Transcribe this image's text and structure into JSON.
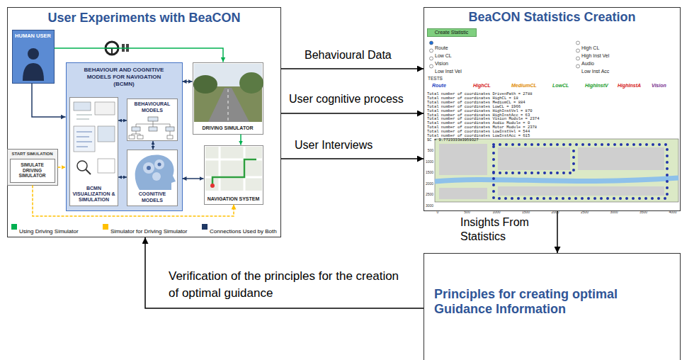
{
  "diagram": {
    "nodes": [
      {
        "text": [
          "User Experiments with BeaCON"
        ]
      },
      {
        "text": [
          "HUMAN USER"
        ],
        "in": 0
      },
      {
        "text": [
          "BEHAVIOUR AND COGNITIVE MODELS FOR NAVIGATION (BCMN)"
        ],
        "in": 0
      },
      {
        "text": [
          "BCMN VISUALIZATION & SIMULATION"
        ],
        "in": 2
      },
      {
        "text": [
          "BEHAVIOURAL MODELS"
        ],
        "in": 2
      },
      {
        "text": [
          "COGNITIVE MODELS"
        ],
        "in": 2
      },
      {
        "text": [
          "DRIVING SIMULATOR"
        ],
        "in": 0
      },
      {
        "text": [
          "NAVIGATION SYSTEM"
        ],
        "in": 0
      },
      {
        "text": [
          "START SIMULATION"
        ],
        "in": 0
      },
      {
        "text": [
          "SIMULATE DRIVING SIMULATOR"
        ],
        "in": 8
      },
      {
        "text": [
          "BeaCON Statistics Creation"
        ]
      },
      {
        "text": [
          "Create Statistic"
        ],
        "in": 10
      },
      {
        "text": [
          "Principles for creating optimal Guidance Information"
        ]
      }
    ],
    "edges": [
      {
        "from": 0,
        "to": 10,
        "arrow": "to",
        "label": "Behavioural Data"
      },
      {
        "from": 0,
        "to": 10,
        "arrow": "to",
        "label": "User cognitive process"
      },
      {
        "from": 0,
        "to": 10,
        "arrow": "to",
        "label": "User Interviews"
      },
      {
        "from": 10,
        "to": 12,
        "arrow": "to",
        "label": "Insights From Statistics"
      },
      {
        "from": 12,
        "to": 0,
        "arrow": "to",
        "label": "Verification of the principles for the creation of optimal guidance"
      },
      {
        "from": 1,
        "to": 6,
        "arrow": "to"
      },
      {
        "from": 1,
        "to": 2,
        "arrow": "to"
      },
      {
        "from": 2,
        "to": 6,
        "arrow": "both"
      },
      {
        "from": 2,
        "to": 7,
        "arrow": "both"
      },
      {
        "from": 6,
        "to": 7,
        "arrow": "to"
      },
      {
        "from": 8,
        "to": 2,
        "arrow": "to"
      },
      {
        "from": 8,
        "to": 7,
        "arrow": "to"
      },
      {
        "from": 3,
        "to": 4,
        "arrow": "both"
      },
      {
        "from": 3,
        "to": 5,
        "arrow": "both"
      },
      {
        "from": 4,
        "to": 5,
        "arrow": "both"
      }
    ],
    "labels": [
      "Route",
      "High CL",
      "Low CL",
      "High Inst Vel",
      "Vision",
      "Audio",
      "Low Inst Vel",
      "Low Inst Acc",
      "TESTS",
      "Route",
      "HighCL",
      "MediumCL",
      "LowCL",
      "HighInstV",
      "HighInstA",
      "Vision",
      "Total number of coordinates DrivenPath = 2788",
      "Total number of coordinates HighCL = 18",
      "Total number of coordinates MediumCL = 884",
      "Total number of coordinates LowCL = 1966",
      "Total number of coordinates HighInstVel = 870",
      "Total number of coordinates HighInstAcc = 63",
      "Total number of coordinates Vision Module = 2374",
      "Total number of coordinates Audio Module = 0",
      "Total number of coordinates Motor Module = 2378",
      "Total number of coordinates LowInstVel = 544",
      "Total number of coordinates LowInstAcc = 615",
      "SC = 9.772333383959327",
      "500",
      "1000",
      "1500",
      "2000",
      "2500",
      "3000",
      "0",
      "500",
      "1000",
      "1500",
      "2000",
      "2500",
      "3000",
      "3500",
      "4000"
    ],
    "legend": [
      {
        "text": "Using Driving Simulator",
        "color": "#00b050"
      },
      {
        "text": "Simulator for Driving Simulator",
        "color": "#ffc000"
      },
      {
        "text": "Connections Used by Both",
        "color": "#1f3864"
      }
    ]
  }
}
